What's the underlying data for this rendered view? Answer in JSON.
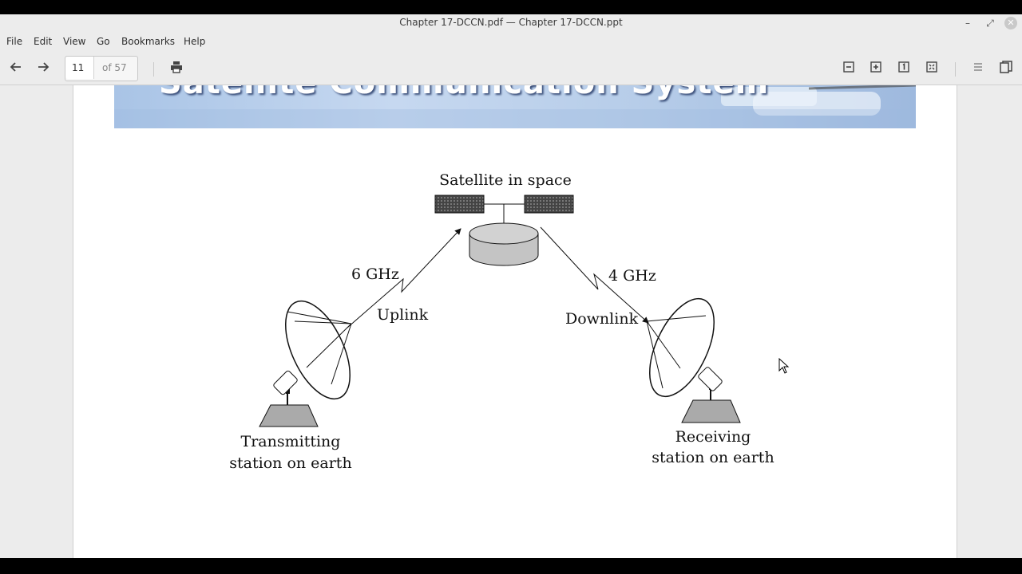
{
  "window": {
    "title": "Chapter 17-DCCN.pdf — Chapter 17-DCCN.ppt"
  },
  "menu": {
    "file": "File",
    "edit": "Edit",
    "view": "View",
    "go": "Go",
    "bookmarks": "Bookmarks",
    "help": "Help"
  },
  "toolbar": {
    "page_current": "11",
    "page_total": "of 57"
  },
  "slide": {
    "banner_title": "Satellite Communication System",
    "satellite_label": "Satellite in space",
    "uplink_freq": "6 GHz",
    "uplink_label": "Uplink",
    "downlink_freq": "4 GHz",
    "downlink_label": "Downlink",
    "tx_label_1": "Transmitting",
    "tx_label_2": "station on earth",
    "rx_label_1": "Receiving",
    "rx_label_2": "station on earth"
  },
  "colors": {
    "chrome": "#ececec",
    "banner": "#b7cde9",
    "panel": "#555555",
    "base": "#aaaaaa"
  }
}
